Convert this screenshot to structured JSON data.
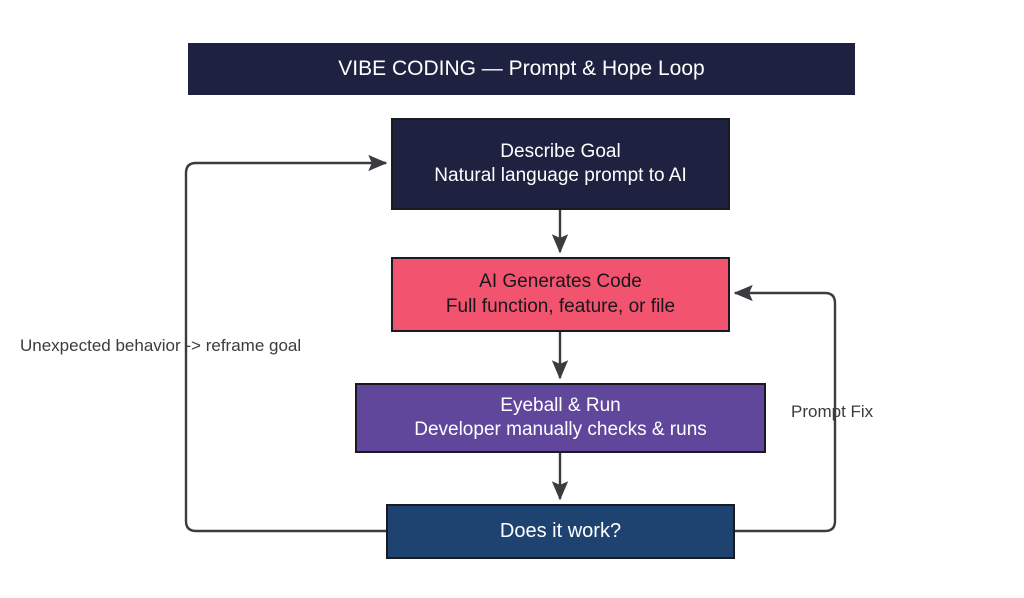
{
  "diagram": {
    "title": "VIBE CODING — Prompt & Hope Loop",
    "background_color": "#ffffff",
    "edge_color": "#3b3b40",
    "nodes": [
      {
        "id": "describe-goal",
        "line1": "Describe Goal",
        "line2": "Natural language prompt to AI",
        "fill": "#1e2140",
        "text_color": "#ffffff"
      },
      {
        "id": "ai-generates-code",
        "line1": "AI Generates Code",
        "line2": "Full function, feature, or file",
        "fill": "#f2546f",
        "text_color": "#17171c"
      },
      {
        "id": "eyeball-run",
        "line1": "Eyeball & Run",
        "line2": "Developer manually checks & runs",
        "fill": "#61479c",
        "text_color": "#ffffff"
      },
      {
        "id": "does-it-work",
        "line1": "Does it work?",
        "line2": "",
        "fill": "#1f4370",
        "text_color": "#ffffff"
      }
    ],
    "edge_labels": {
      "left_loop": "Unexpected behavior -> reframe goal",
      "right_loop": "Prompt Fix"
    }
  }
}
